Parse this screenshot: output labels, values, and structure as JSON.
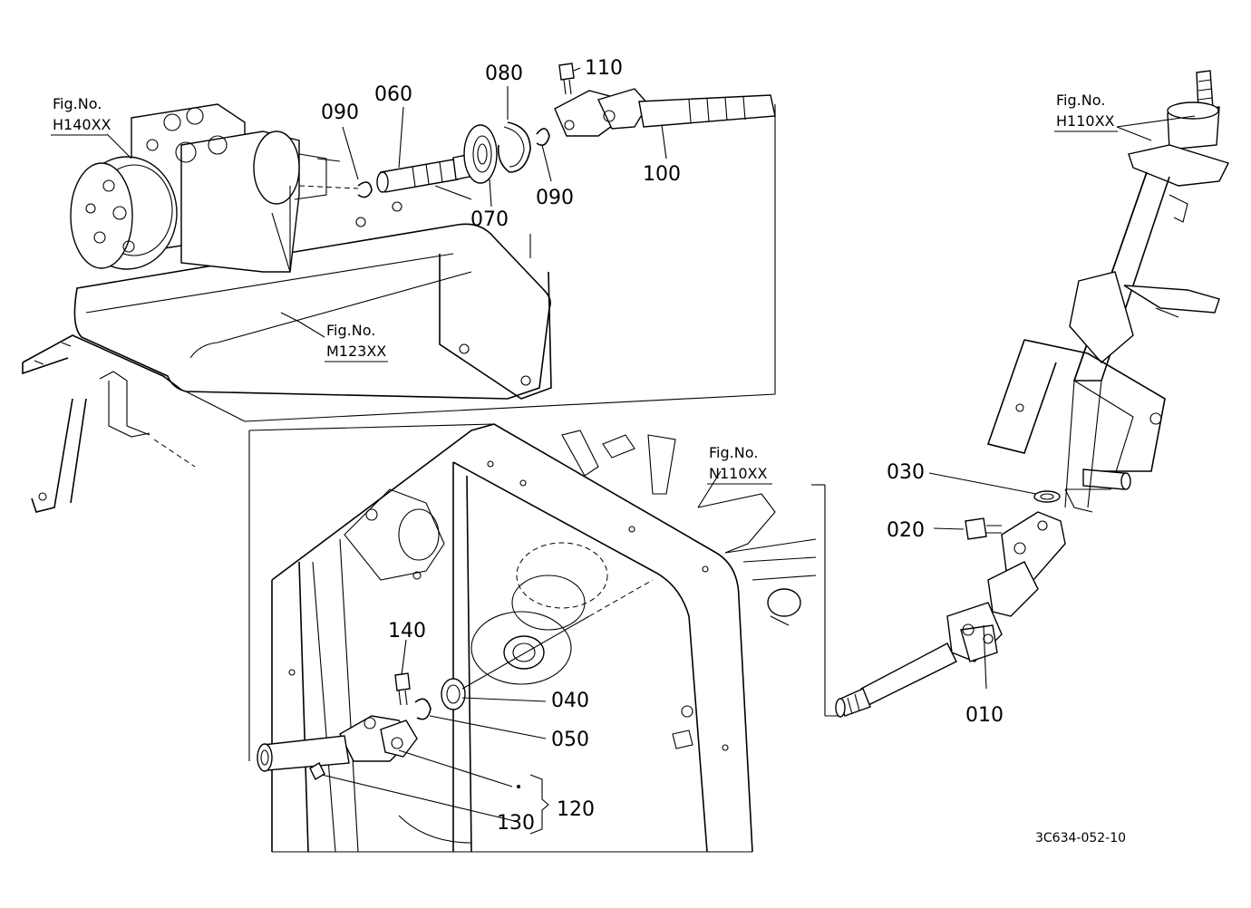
{
  "diagram": {
    "part_labels": {
      "p010": "010",
      "p020": "020",
      "p030": "030",
      "p040": "040",
      "p050": "050",
      "p060": "060",
      "p070": "070",
      "p080": "080",
      "p090a": "090",
      "p090b": "090",
      "p100": "100",
      "p110": "110",
      "p120": "120",
      "p130": "130",
      "p140": "140"
    },
    "figure_refs": {
      "h140": {
        "label": "Fig.No.",
        "number": "H140XX"
      },
      "m123": {
        "label": "Fig.No.",
        "number": "M123XX"
      },
      "n110": {
        "label": "Fig.No.",
        "number": "N110XX"
      },
      "h110": {
        "label": "Fig.No.",
        "number": "H110XX"
      }
    },
    "drawing_code": "3C634-052-10"
  }
}
